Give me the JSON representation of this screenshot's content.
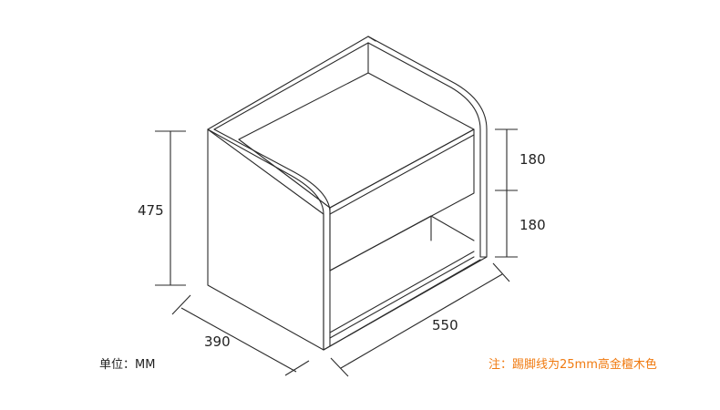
{
  "dimensions": {
    "height_total": "475",
    "drawer_height": "180",
    "open_shelf_height": "180",
    "depth": "390",
    "width": "550"
  },
  "unit_label": "单位：MM",
  "note": "注：踢脚线为25mm高金檀木色",
  "colors": {
    "line": "#2a2a2a",
    "text": "#222222",
    "note": "#f07a10"
  }
}
